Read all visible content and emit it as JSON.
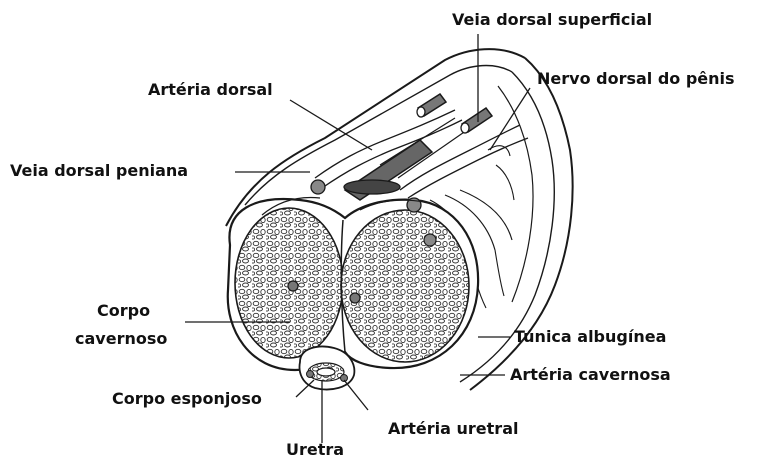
{
  "diagram": {
    "labels": {
      "veia_dorsal_superficial": "Veia dorsal superficial",
      "nervo_dorsal": "Nervo dorsal do pênis",
      "arteria_dorsal": "Artéria dorsal",
      "veia_dorsal_peniana": "Veia dorsal peniana",
      "corpo_cavernoso_1": "Corpo",
      "corpo_cavernoso_2": "cavernoso",
      "tunica_albuginea": "Túnica albugínea",
      "arteria_cavernosa": "Artéria cavernosa",
      "corpo_esponjoso": "Corpo esponjoso",
      "arteria_uretral": "Artéria uretral",
      "uretra": "Uretra"
    },
    "colors": {
      "line": "#1a1a1a",
      "fill": "#ffffff",
      "vessel": "#555555",
      "background": "#ffffff"
    }
  }
}
